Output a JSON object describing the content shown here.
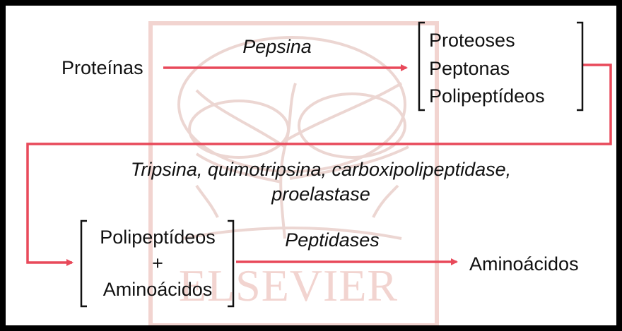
{
  "watermark": {
    "brand": "ELSEVIER",
    "color": "#f2d4d0"
  },
  "colors": {
    "arrow": "#e8495a",
    "text": "#111111",
    "bracket": "#111111",
    "border": "#000000",
    "background": "#ffffff"
  },
  "nodes": {
    "proteins": "Proteínas",
    "group1": [
      "Proteoses",
      "Peptonas",
      "Polipeptídeos"
    ],
    "group2": [
      "Polipeptídeos",
      "+",
      "Aminoácidos"
    ],
    "amino_acids": "Aminoácidos"
  },
  "enzymes": {
    "pepsin": "Pepsina",
    "pancreatic_line1": "Tripsina, quimotripsina, carboxipolipeptidase,",
    "pancreatic_line2": "proelastase",
    "peptidases": "Peptidases"
  }
}
